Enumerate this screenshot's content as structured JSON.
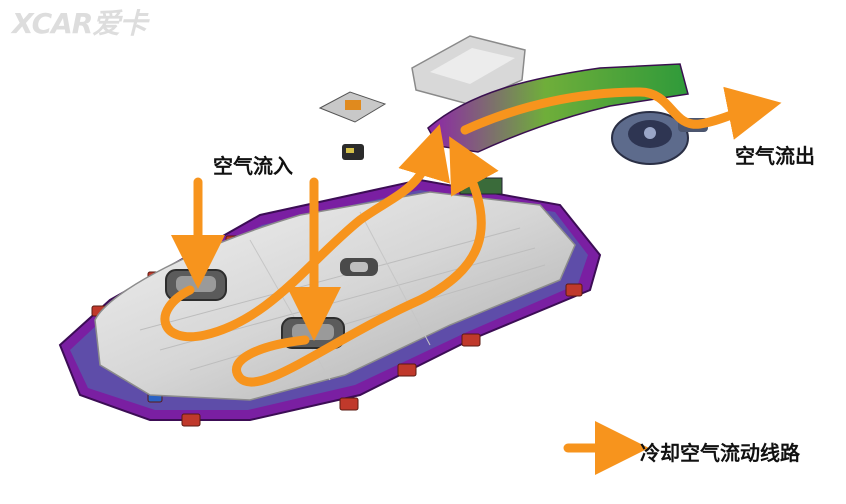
{
  "labels": {
    "air_in": "空气流入",
    "air_out": "空气流出",
    "legend": "冷却空气流动线路"
  },
  "watermark": {
    "text": "XCAR爱卡"
  },
  "colors": {
    "flow_arrow": "#F7941D",
    "tray_frame": "#7A1FA2",
    "cover": "#D9D9D9",
    "duct_green": "#3FA535",
    "duct_purple": "#8E24AA",
    "mount_red": "#C0392B"
  }
}
